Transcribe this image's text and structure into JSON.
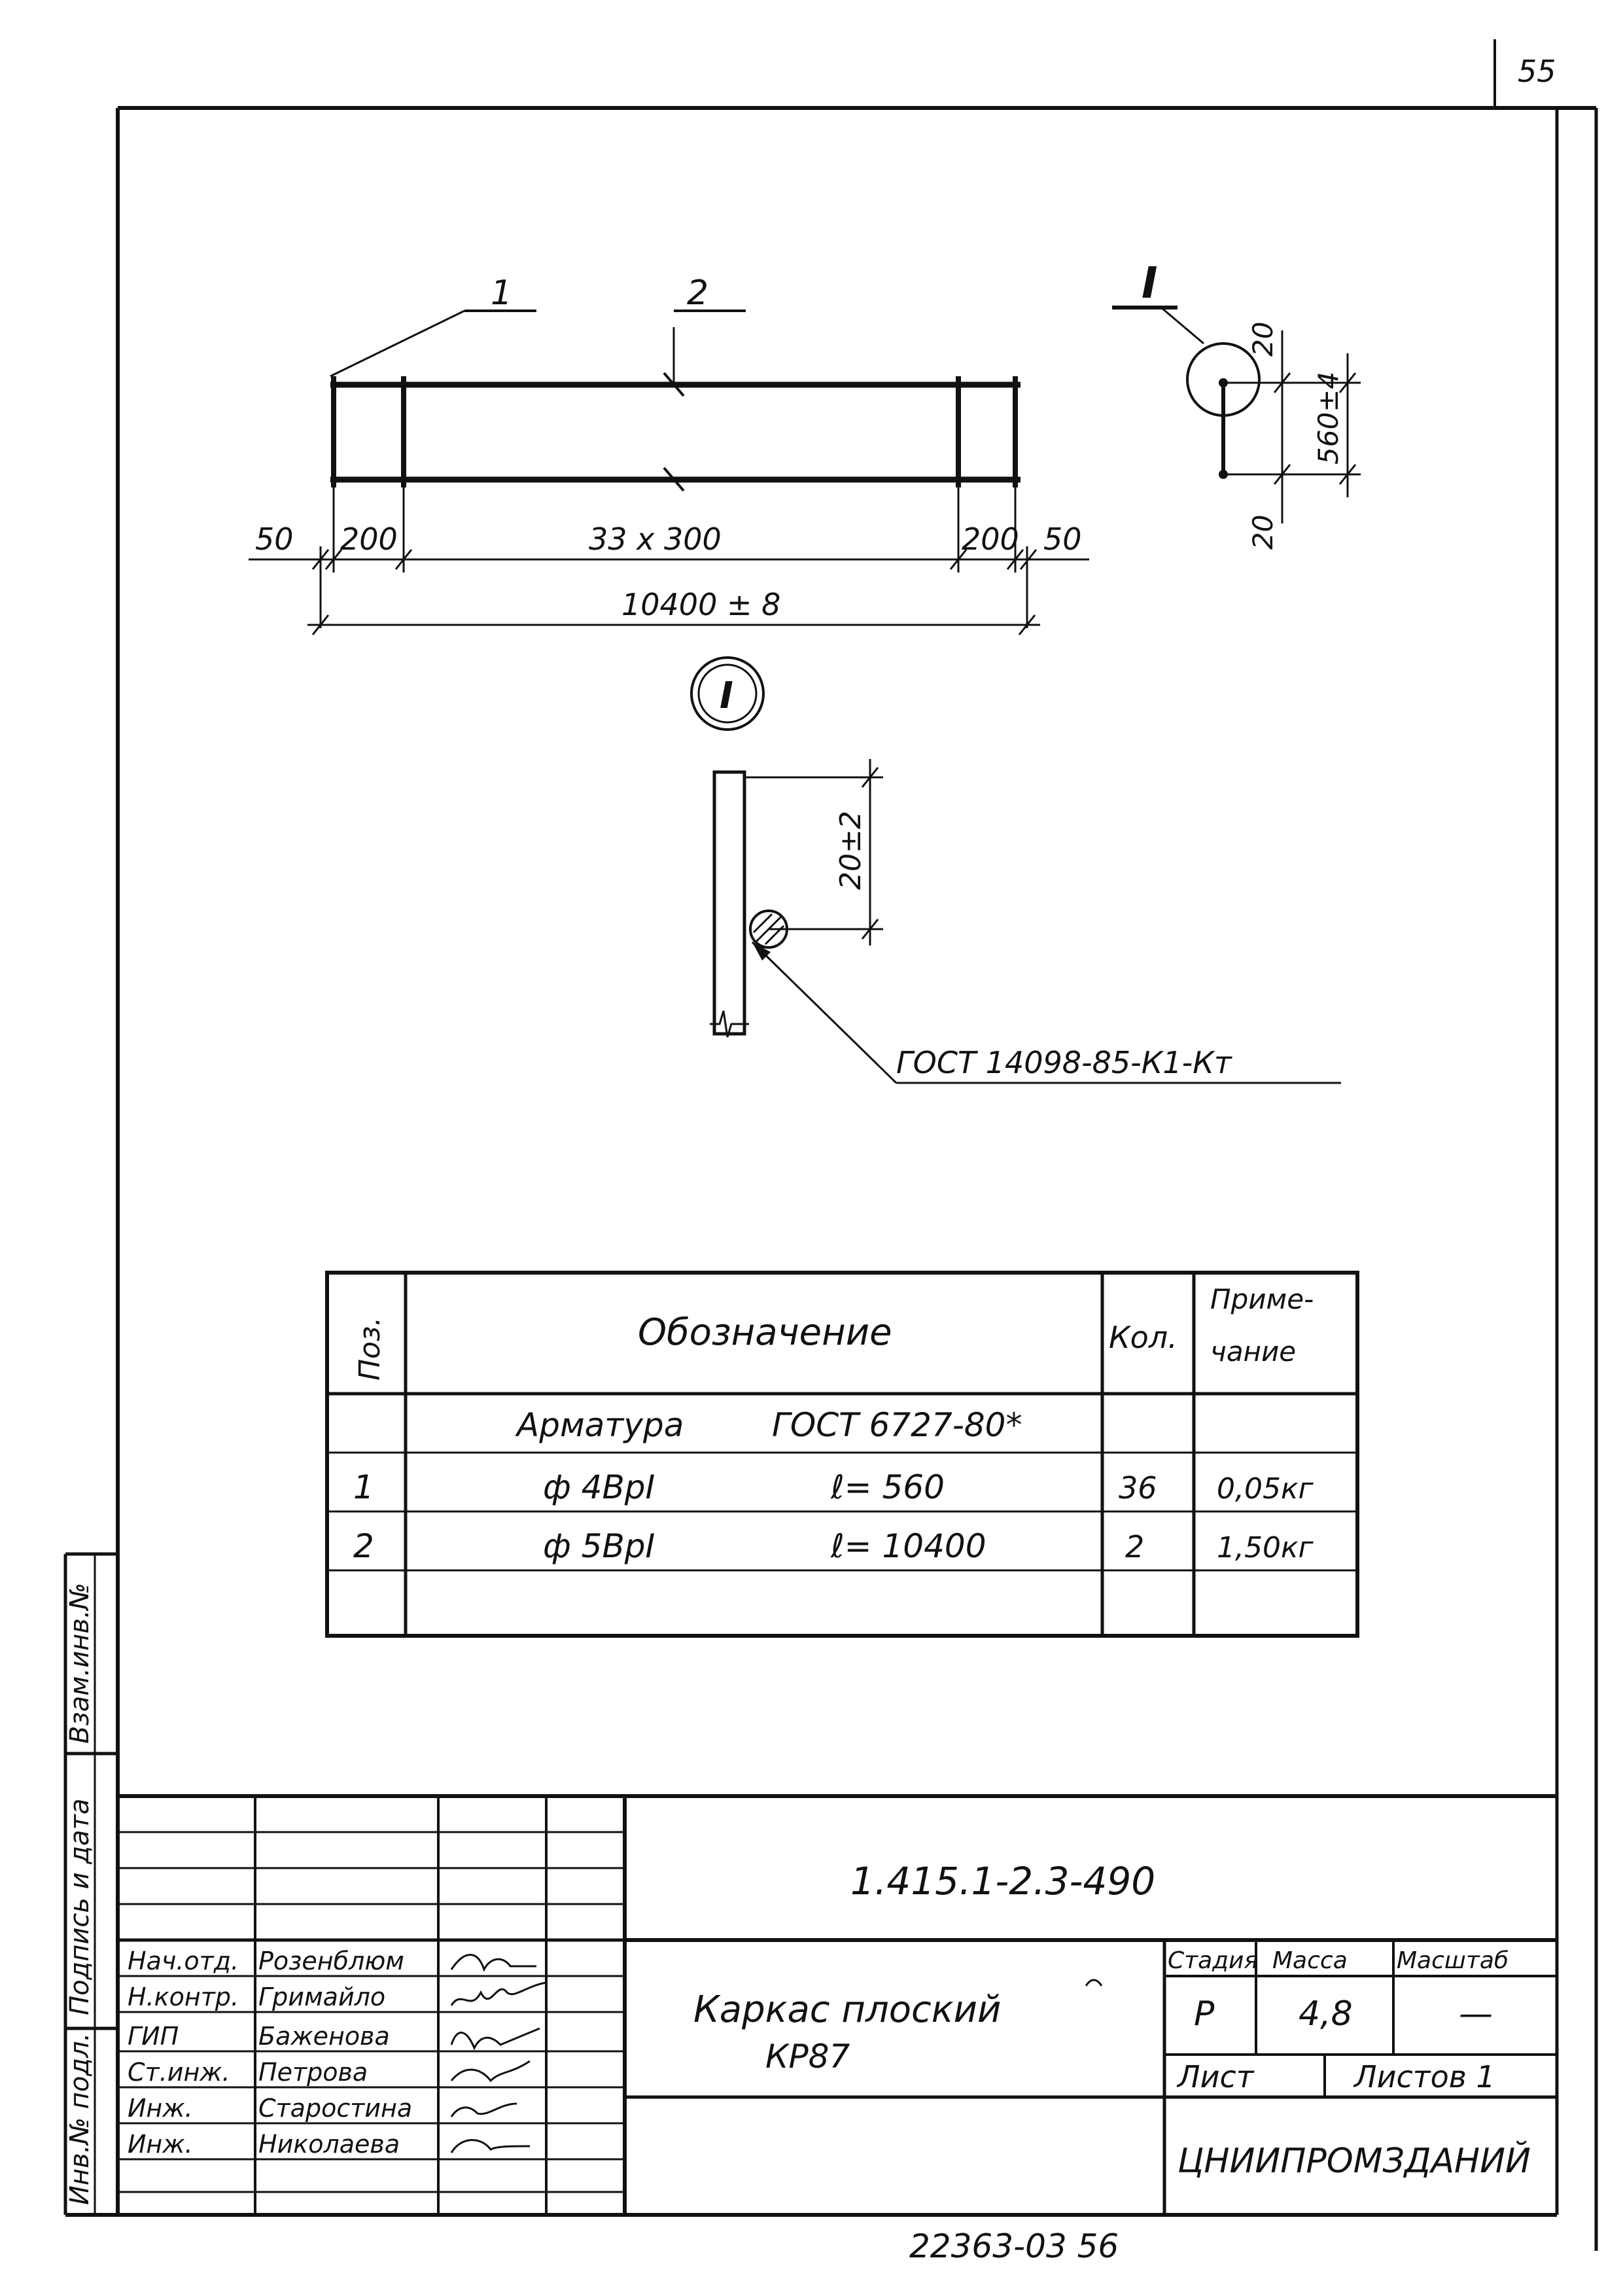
{
  "page_number": "55",
  "bottom_code": "22363-03 56",
  "drawing": {
    "labels": {
      "pos1": "1",
      "pos2": "2",
      "section": "I",
      "section_circle": "I"
    },
    "dims": {
      "d50_left": "50",
      "d200_left": "200",
      "d_middle": "33 x 300",
      "d200_right": "200",
      "d50_right": "50",
      "d_total": "10400 ± 8",
      "d20_top": "20",
      "d560": "560±4",
      "d20_bottom": "20",
      "d20_detail": "20±2"
    },
    "weld_note": "ГОСТ 14098-85-К1-Кт"
  },
  "spec_table": {
    "headers": {
      "pos": "Поз.",
      "designation": "Обозначение",
      "qty": "Кол.",
      "note": "Приме-\nчание",
      "note_l1": "Приме-",
      "note_l2": "чание"
    },
    "group_row": {
      "left": "Арматура",
      "right": "ГОСТ 6727-80*"
    },
    "rows": [
      {
        "pos": "1",
        "mark": "ф 4ВрI",
        "len": "ℓ= 560",
        "qty": "36",
        "note": "0,05кг"
      },
      {
        "pos": "2",
        "mark": "ф 5ВрI",
        "len": "ℓ= 10400",
        "qty": "2",
        "note": "1,50кг"
      }
    ]
  },
  "side_stamp": {
    "inv_no": "Инв.№ подл.",
    "sign_date": "Подпись и дата",
    "replaced_inv": "Взам.инв.№"
  },
  "title_block": {
    "doc_code": "1.415.1-2.3-490",
    "title_line1": "Каркас плоский",
    "title_line2": "КР87",
    "stage_label": "Стадия",
    "mass_label": "Масса",
    "scale_label": "Масштаб",
    "stage": "Р",
    "mass": "4,8",
    "scale": "—",
    "sheet_label": "Лист",
    "sheets_label": "Листов 1",
    "org": "ЦНИИПРОМЗДАНИЙ",
    "people": [
      {
        "role": "Нач.отд.",
        "name": "Розенблюм"
      },
      {
        "role": "Н.контр.",
        "name": "Гримайло"
      },
      {
        "role": "ГИП",
        "name": "Баженова"
      },
      {
        "role": "Ст.инж.",
        "name": "Петрова"
      },
      {
        "role": "Инж.",
        "name": "Старостина"
      },
      {
        "role": "Инж.",
        "name": "Николаева"
      }
    ]
  }
}
